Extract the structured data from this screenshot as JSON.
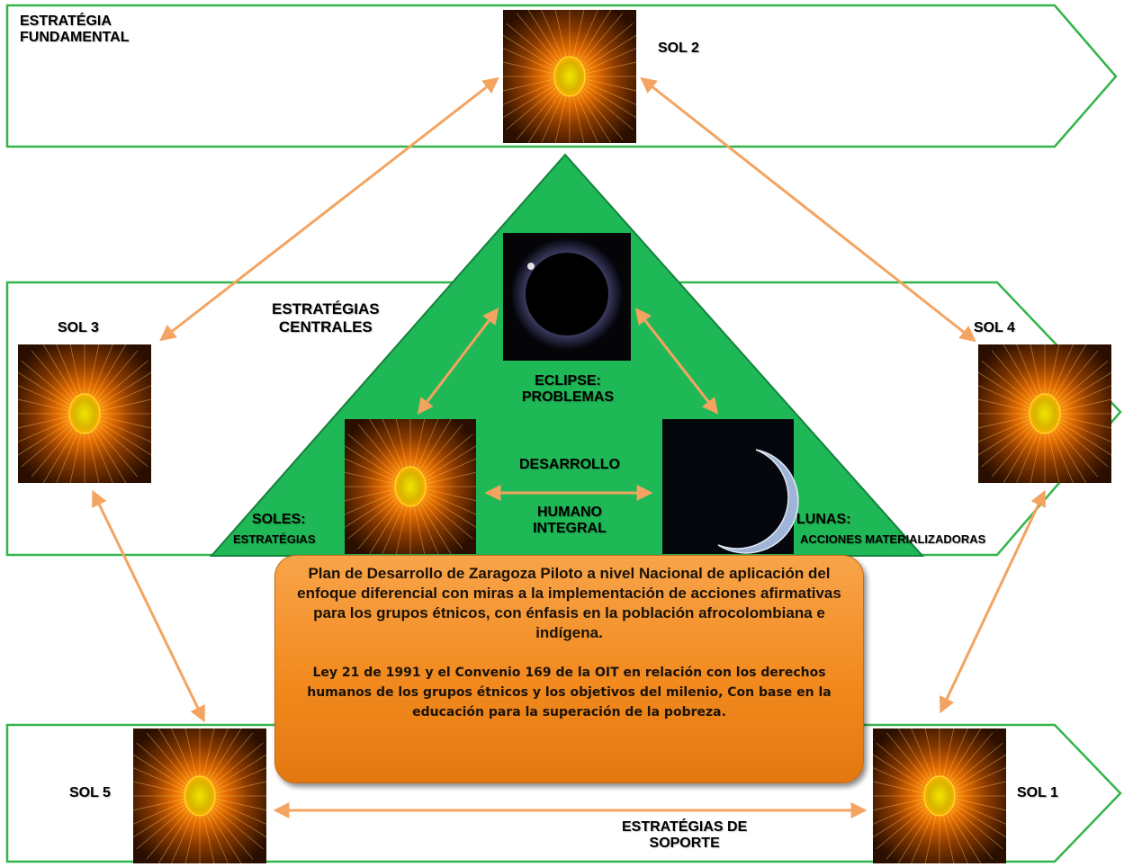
{
  "bands": {
    "top_label": [
      "ESTRATÉGIA",
      "FUNDAMENTAL"
    ],
    "middle_label": [
      "ESTRATÉGIAS",
      "CENTRALES"
    ],
    "bottom_label": [
      "ESTRATÉGIAS DE",
      "SOPORTE"
    ]
  },
  "suns": {
    "sol1": "SOL 1",
    "sol2": "SOL 2",
    "sol3": "SOL 3",
    "sol4": "SOL 4",
    "sol5": "SOL 5"
  },
  "triangle": {
    "eclipse": [
      "ECLIPSE:",
      "PROBLEMAS"
    ],
    "soles_title": "SOLES:",
    "soles_sub": "ESTRATÉGIAS",
    "lunas_title": "LUNAS:",
    "lunas_sub": "ACCIONES MATERIALIZADORAS",
    "desarrollo": "DESARROLLO",
    "humano": [
      "HUMANO",
      "INTEGRAL"
    ]
  },
  "center_box": {
    "main": "Plan de Desarrollo de Zaragoza Piloto a nivel Nacional de aplicación del enfoque diferencial con miras a la implementación de acciones afirmativas para los grupos étnicos, con énfasis en la población afrocolombiana e indígena.",
    "sub": "Ley 21 de 1991 y el Convenio 169 de la OIT en relación con los derechos humanos de los grupos étnicos y los objetivos del milenio, Con base en la educación para la superación de la pobreza."
  },
  "colors": {
    "band_border": "#33b54a",
    "triangle_fill": "#1fb856",
    "arrow": "#f4a460",
    "box_fill": "#f28a1f"
  }
}
